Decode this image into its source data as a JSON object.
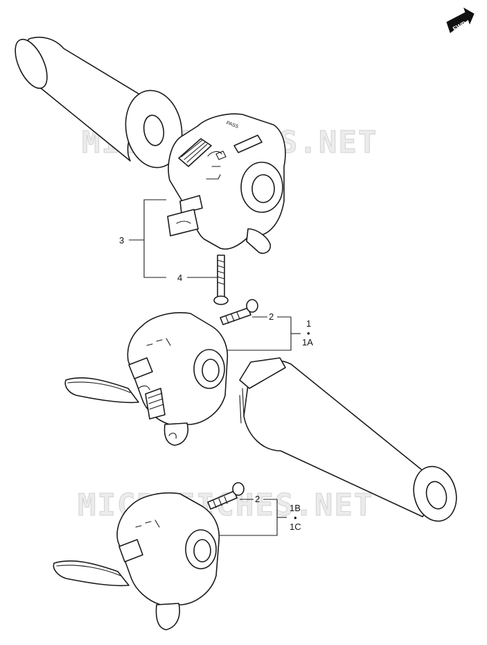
{
  "watermark": {
    "top": "MICROFICHES.NET",
    "bottom": "MICROFICHES.NET"
  },
  "orientation": {
    "label": "FWD",
    "icon": "forward-arrow-icon"
  },
  "switch_markings": {
    "pass": "PASS"
  },
  "callouts": {
    "assembly_3": "3",
    "screw_4": "4",
    "screw_2_upper": "2",
    "screw_2_lower": "2",
    "part_1": "1",
    "part_1_dot": "•",
    "part_1a": "1A",
    "part_1b": "1B",
    "part_1b_dot": "•",
    "part_1c": "1C"
  }
}
